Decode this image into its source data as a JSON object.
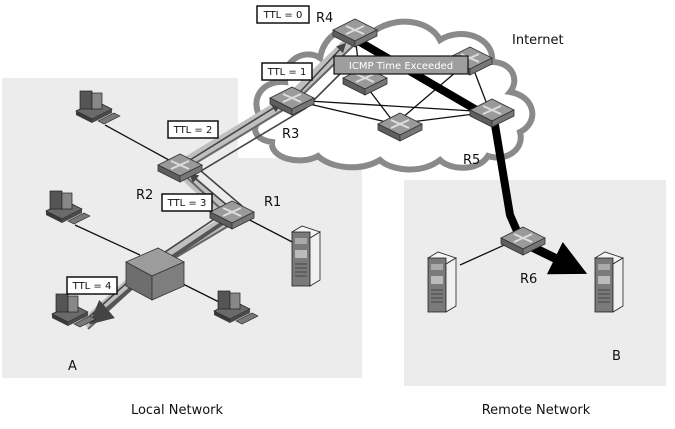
{
  "diagram": {
    "regions": {
      "local": "Local Network",
      "remote": "Remote Network",
      "internet": "Internet"
    },
    "hosts": {
      "source": "A",
      "destination": "B"
    },
    "routers": [
      "R1",
      "R2",
      "R3",
      "R4",
      "R5",
      "R6"
    ],
    "ttl_labels": [
      "TTL = 4",
      "TTL = 3",
      "TTL = 2",
      "TTL = 1",
      "TTL = 0"
    ],
    "message": "ICMP Time Exceeded",
    "colors": {
      "network_bg": "#ececec",
      "cloud_outline": "#8a8a8a",
      "router": "#8f8f8f",
      "path_thick": "#000000",
      "packet_arrow": "#555555"
    }
  }
}
